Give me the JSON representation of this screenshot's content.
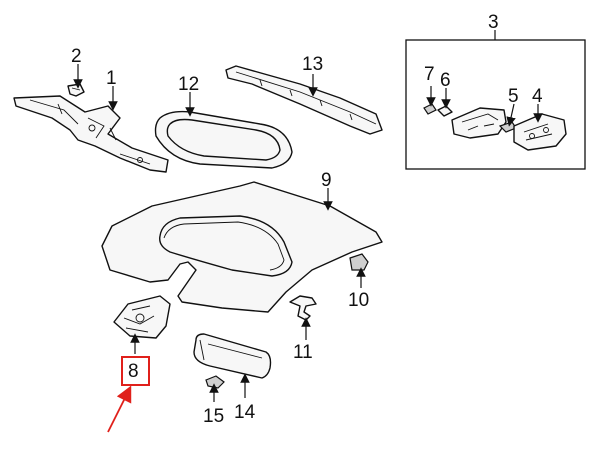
{
  "diagram": {
    "highlight_color": "#e0201b",
    "highlighted_part": "8",
    "callouts": {
      "c1": "1",
      "c2": "2",
      "c3": "3",
      "c4": "4",
      "c5": "5",
      "c6": "6",
      "c7": "7",
      "c8": "8",
      "c9": "9",
      "c10": "10",
      "c11": "11",
      "c12": "12",
      "c13": "13",
      "c14": "14",
      "c15": "15"
    }
  }
}
